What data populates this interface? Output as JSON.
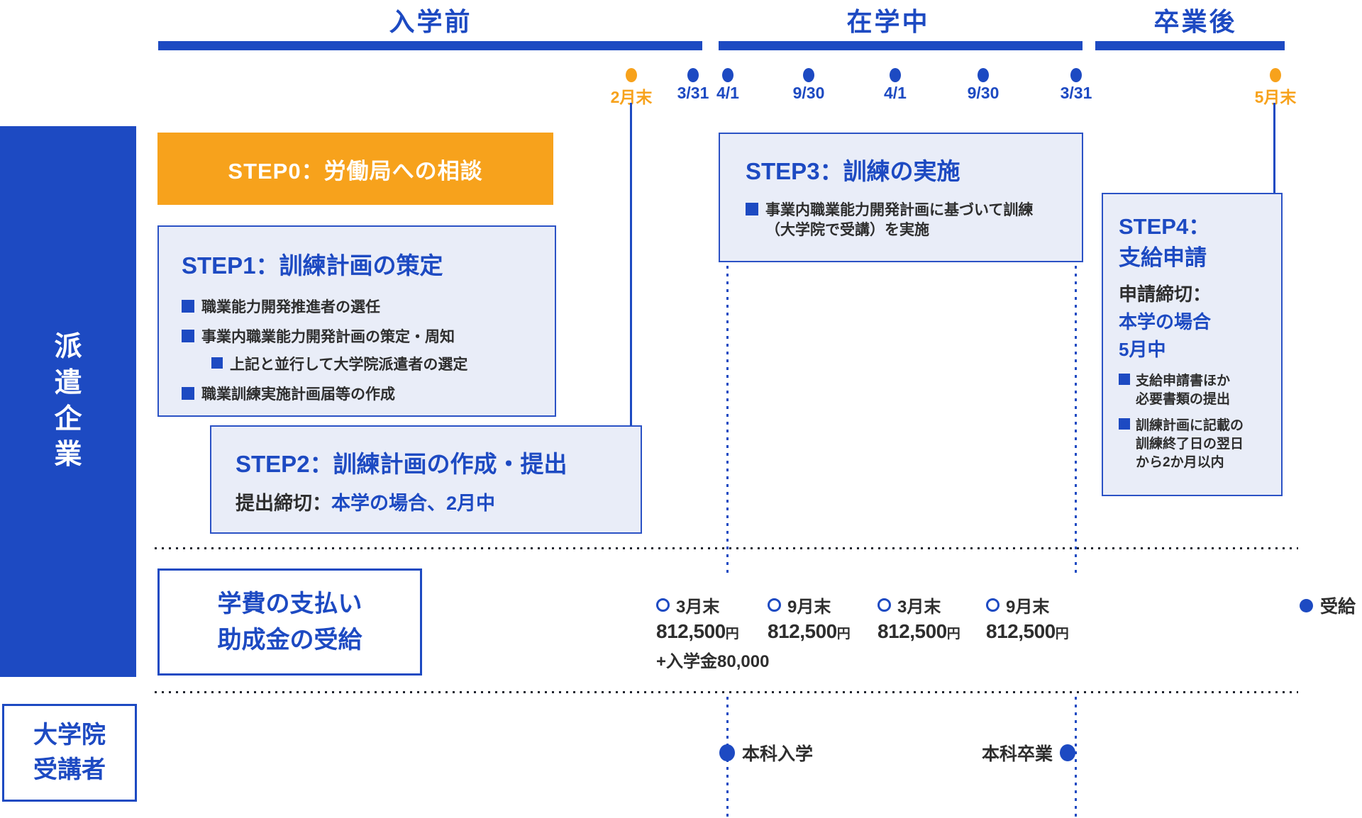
{
  "phases": [
    {
      "label": "入学前"
    },
    {
      "label": "在学中"
    },
    {
      "label": "卒業後"
    }
  ],
  "timeline": {
    "dates": [
      {
        "label": "2月末",
        "color": "orange"
      },
      {
        "label": "3/31",
        "color": "blue"
      },
      {
        "label": "4/1",
        "color": "blue"
      },
      {
        "label": "9/30",
        "color": "blue"
      },
      {
        "label": "4/1",
        "color": "blue"
      },
      {
        "label": "9/30",
        "color": "blue"
      },
      {
        "label": "3/31",
        "color": "blue"
      },
      {
        "label": "5月末",
        "color": "orange"
      }
    ]
  },
  "lanes": {
    "company": "派遣企業",
    "student_line1": "大学院",
    "student_line2": "受講者"
  },
  "steps": {
    "step0": {
      "title": "STEP0：労働局への相談"
    },
    "step1": {
      "title": "STEP1：訓練計画の策定",
      "bullets": [
        "職業能力開発推進者の選任",
        "事業内職業能力開発計画の策定・周知",
        "上記と並行して大学院派遣者の選定",
        "職業訓練実施計画届等の作成"
      ]
    },
    "step2": {
      "title": "STEP2：訓練計画の作成・提出",
      "deadline_label": "提出締切：",
      "deadline_value": "本学の場合、2月中"
    },
    "step3": {
      "title": "STEP3：訓練の実施",
      "bullet_line1": "事業内職業能力開発計画に基づいて訓練",
      "bullet_line2": "（大学院で受講）を実施"
    },
    "step4": {
      "title_line1": "STEP4：",
      "title_line2": "支給申請",
      "deadline_label": "申請締切：",
      "deadline_line1": "本学の場合",
      "deadline_line2": "5月中",
      "bullet1_line1": "支給申請書ほか",
      "bullet1_line2": "必要書類の提出",
      "bullet2_line1": "訓練計画に記載の",
      "bullet2_line2": "訓練終了日の翌日",
      "bullet2_line3": "から2か月以内"
    }
  },
  "tuition": {
    "box_line1": "学費の支払い",
    "box_line2": "助成金の受給",
    "payments": [
      {
        "date": "3月末",
        "amount": "812,500",
        "unit": "円",
        "extra": "+入学金80,000"
      },
      {
        "date": "9月末",
        "amount": "812,500",
        "unit": "円"
      },
      {
        "date": "3月末",
        "amount": "812,500",
        "unit": "円"
      },
      {
        "date": "9月末",
        "amount": "812,500",
        "unit": "円"
      }
    ],
    "receipt": "受給"
  },
  "student_events": {
    "enroll": "本科入学",
    "graduate": "本科卒業"
  },
  "colors": {
    "blue": "#1d4ac2",
    "orange": "#f7a21c",
    "box_bg": "#e9edf8",
    "dark_text": "#2e2e2e"
  }
}
